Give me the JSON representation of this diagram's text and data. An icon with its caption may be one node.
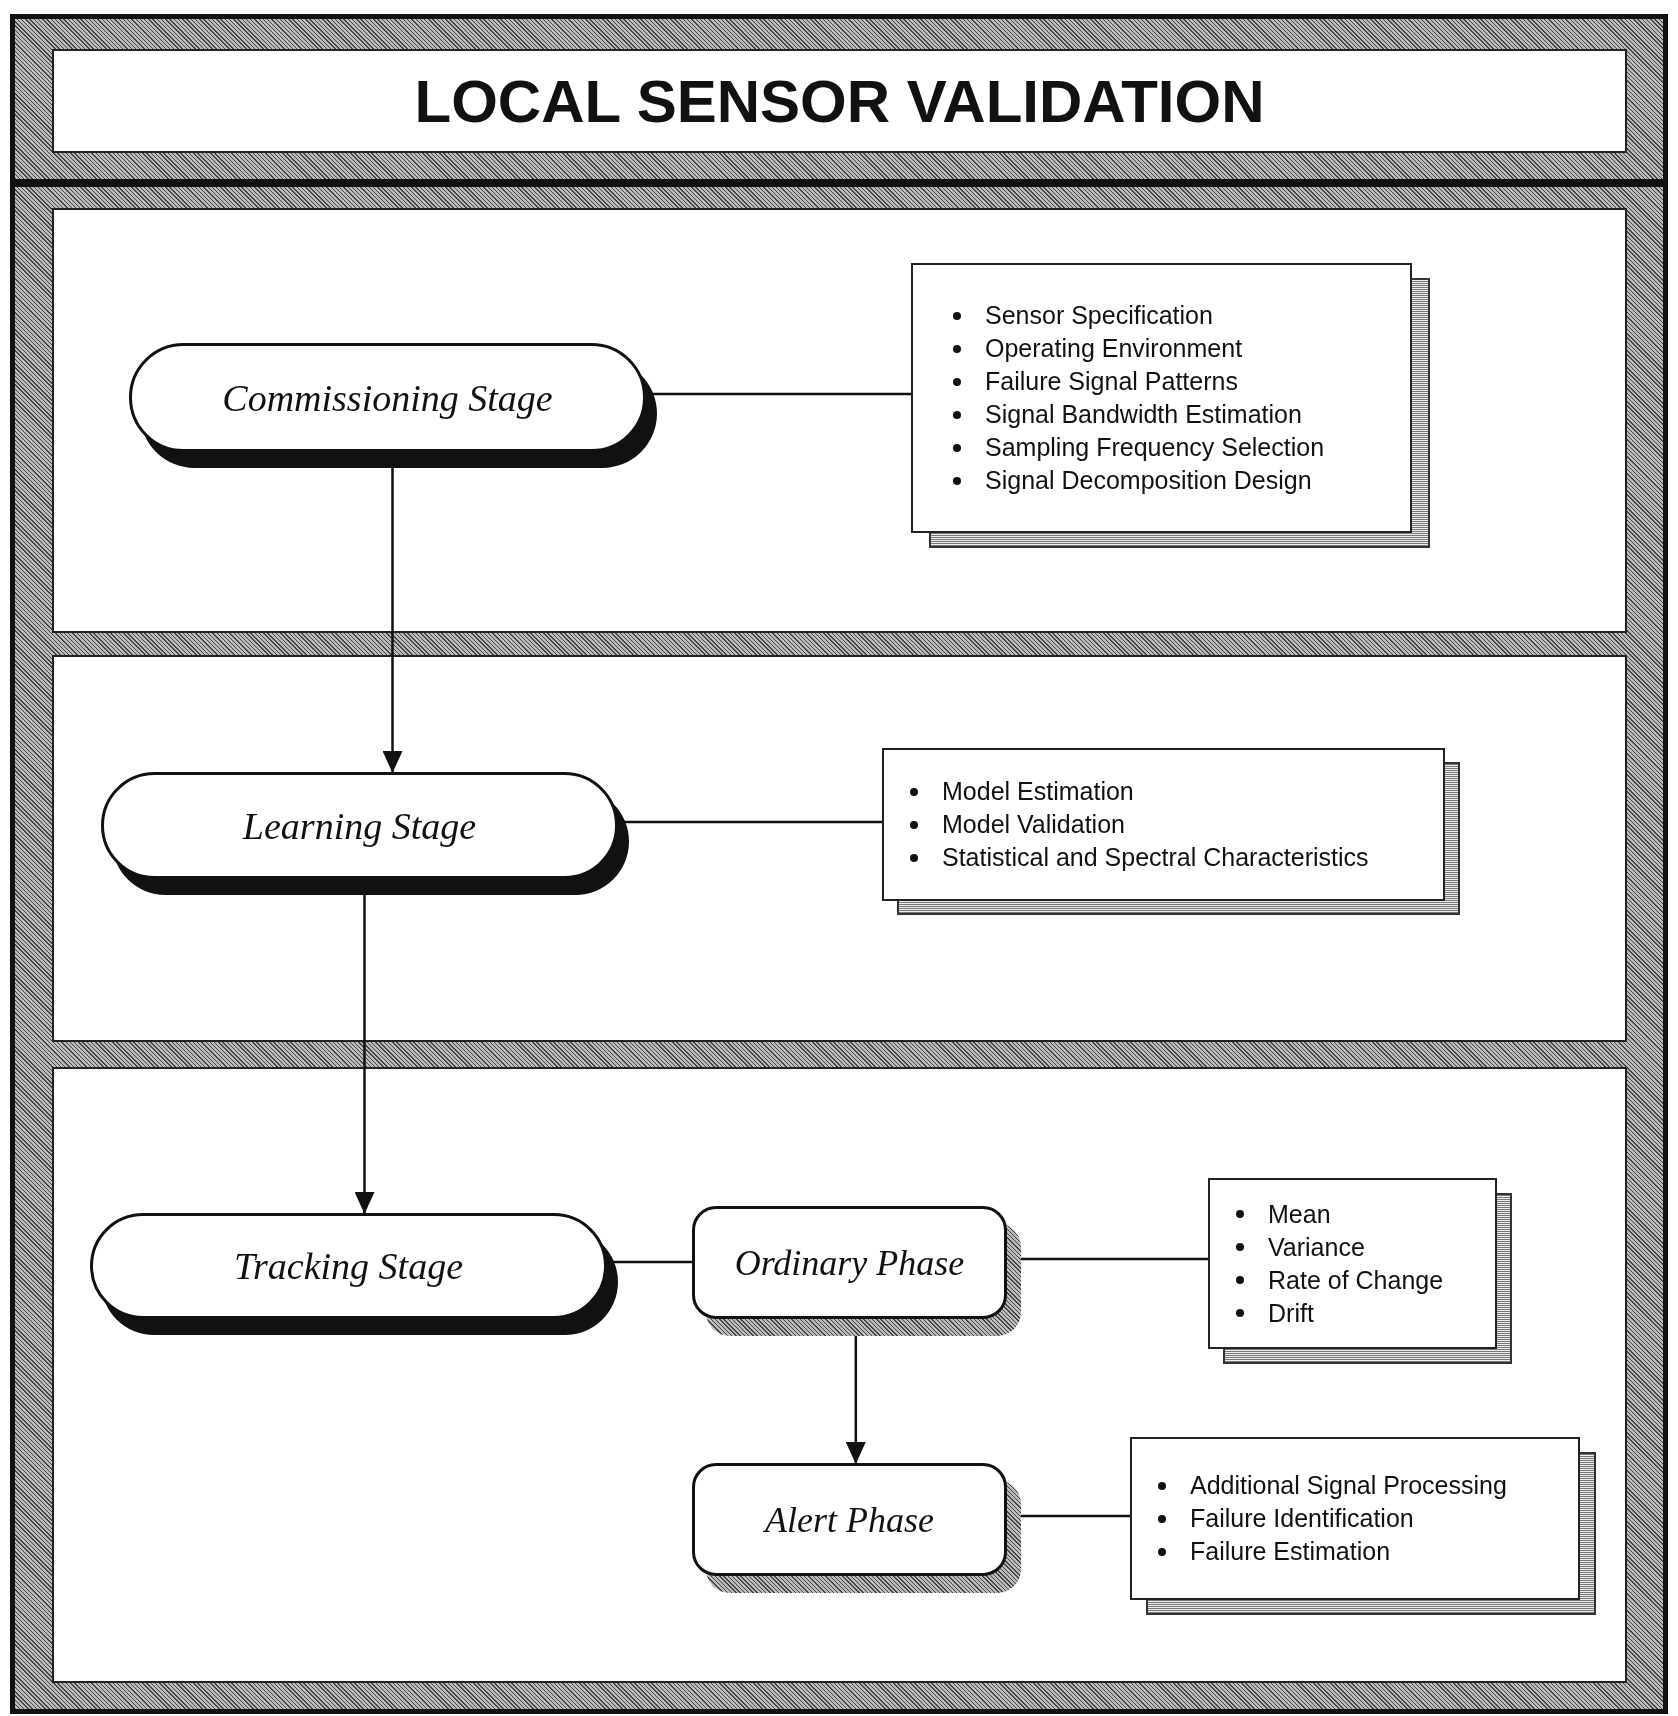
{
  "diagram": {
    "title": "LOCAL SENSOR VALIDATION",
    "nodes": [
      {
        "text": [
          "Commissioning Stage"
        ]
      },
      {
        "text": [
          "Sensor Specification",
          "Operating Environment",
          "Failure Signal Patterns",
          "Signal Bandwidth Estimation",
          "Sampling Frequency Selection",
          "Signal Decomposition Design"
        ]
      },
      {
        "text": [
          "Learning Stage"
        ]
      },
      {
        "text": [
          "Model Estimation",
          "Model Validation",
          "Statistical and Spectral Characteristics"
        ]
      },
      {
        "text": [
          "Tracking Stage"
        ]
      },
      {
        "text": [
          "Ordinary Phase"
        ]
      },
      {
        "text": [
          "Mean",
          "Variance",
          "Rate of Change",
          "Drift"
        ]
      },
      {
        "text": [
          "Alert Phase"
        ]
      },
      {
        "text": [
          "Additional Signal Processing",
          "Failure Identification",
          "Failure Estimation"
        ]
      }
    ],
    "edges": [
      {
        "from": 0,
        "to": 1,
        "arrow": "none"
      },
      {
        "from": 0,
        "to": 2,
        "arrow": "to"
      },
      {
        "from": 2,
        "to": 3,
        "arrow": "none"
      },
      {
        "from": 2,
        "to": 4,
        "arrow": "to"
      },
      {
        "from": 4,
        "to": 5,
        "arrow": "none"
      },
      {
        "from": 5,
        "to": 6,
        "arrow": "none"
      },
      {
        "from": 5,
        "to": 7,
        "arrow": "to"
      },
      {
        "from": 7,
        "to": 8,
        "arrow": "none"
      }
    ]
  }
}
